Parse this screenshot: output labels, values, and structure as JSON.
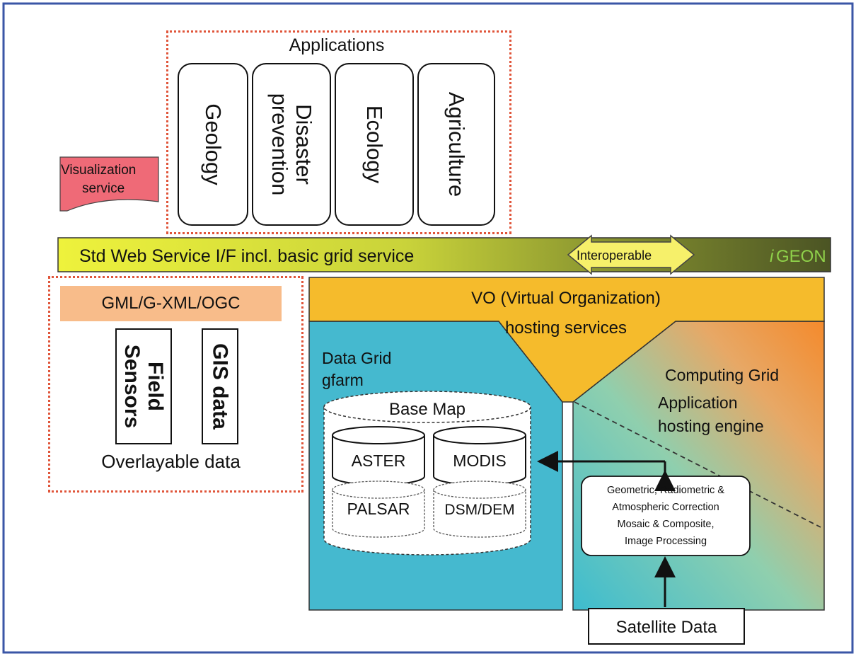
{
  "diagram": {
    "applications": {
      "title": "Applications",
      "items": [
        "Geology",
        "Disaster\nprevention",
        "Ecology",
        "Agriculture"
      ]
    },
    "visualization": {
      "line1": "Visualization",
      "line2": "service"
    },
    "webservice_bar": {
      "label": "Std Web Service I/F incl. basic grid service",
      "brand_i": "i",
      "brand": " GEON"
    },
    "interoperable": "Interoperable",
    "vo": {
      "line1": "VO (Virtual Organization)",
      "line2": "hosting services"
    },
    "overlay": {
      "standard": "GML/G-XML/OGC",
      "field_sensors": "Field\nSensors",
      "gis_data": "GIS data",
      "label": "Overlayable data"
    },
    "data_grid": {
      "line1": "Data Grid",
      "line2": "gfarm",
      "base_map": "Base Map",
      "datasets": [
        "ASTER",
        "MODIS",
        "PALSAR",
        "DSM/DEM"
      ]
    },
    "computing_grid": {
      "line1": "Computing Grid",
      "line2": "Application",
      "line3": "hosting engine",
      "processing": [
        "Geometric, Radiometric &",
        "Atmospheric Correction",
        "Mosaic & Composite,",
        "Image Processing"
      ]
    },
    "satellite_data": "Satellite Data",
    "colors": {
      "border": "#e0553a",
      "bar_left": "#e8ef3a",
      "bar_right": "#4f5a25",
      "vo_orange": "#f5bb2c",
      "data_grid_blue": "#45b9cf",
      "computing_orange": "#f39232",
      "visualization_pink": "#ef6a77",
      "gml_band": "#f8bc8a",
      "geon_green": "#8fd14a"
    }
  }
}
